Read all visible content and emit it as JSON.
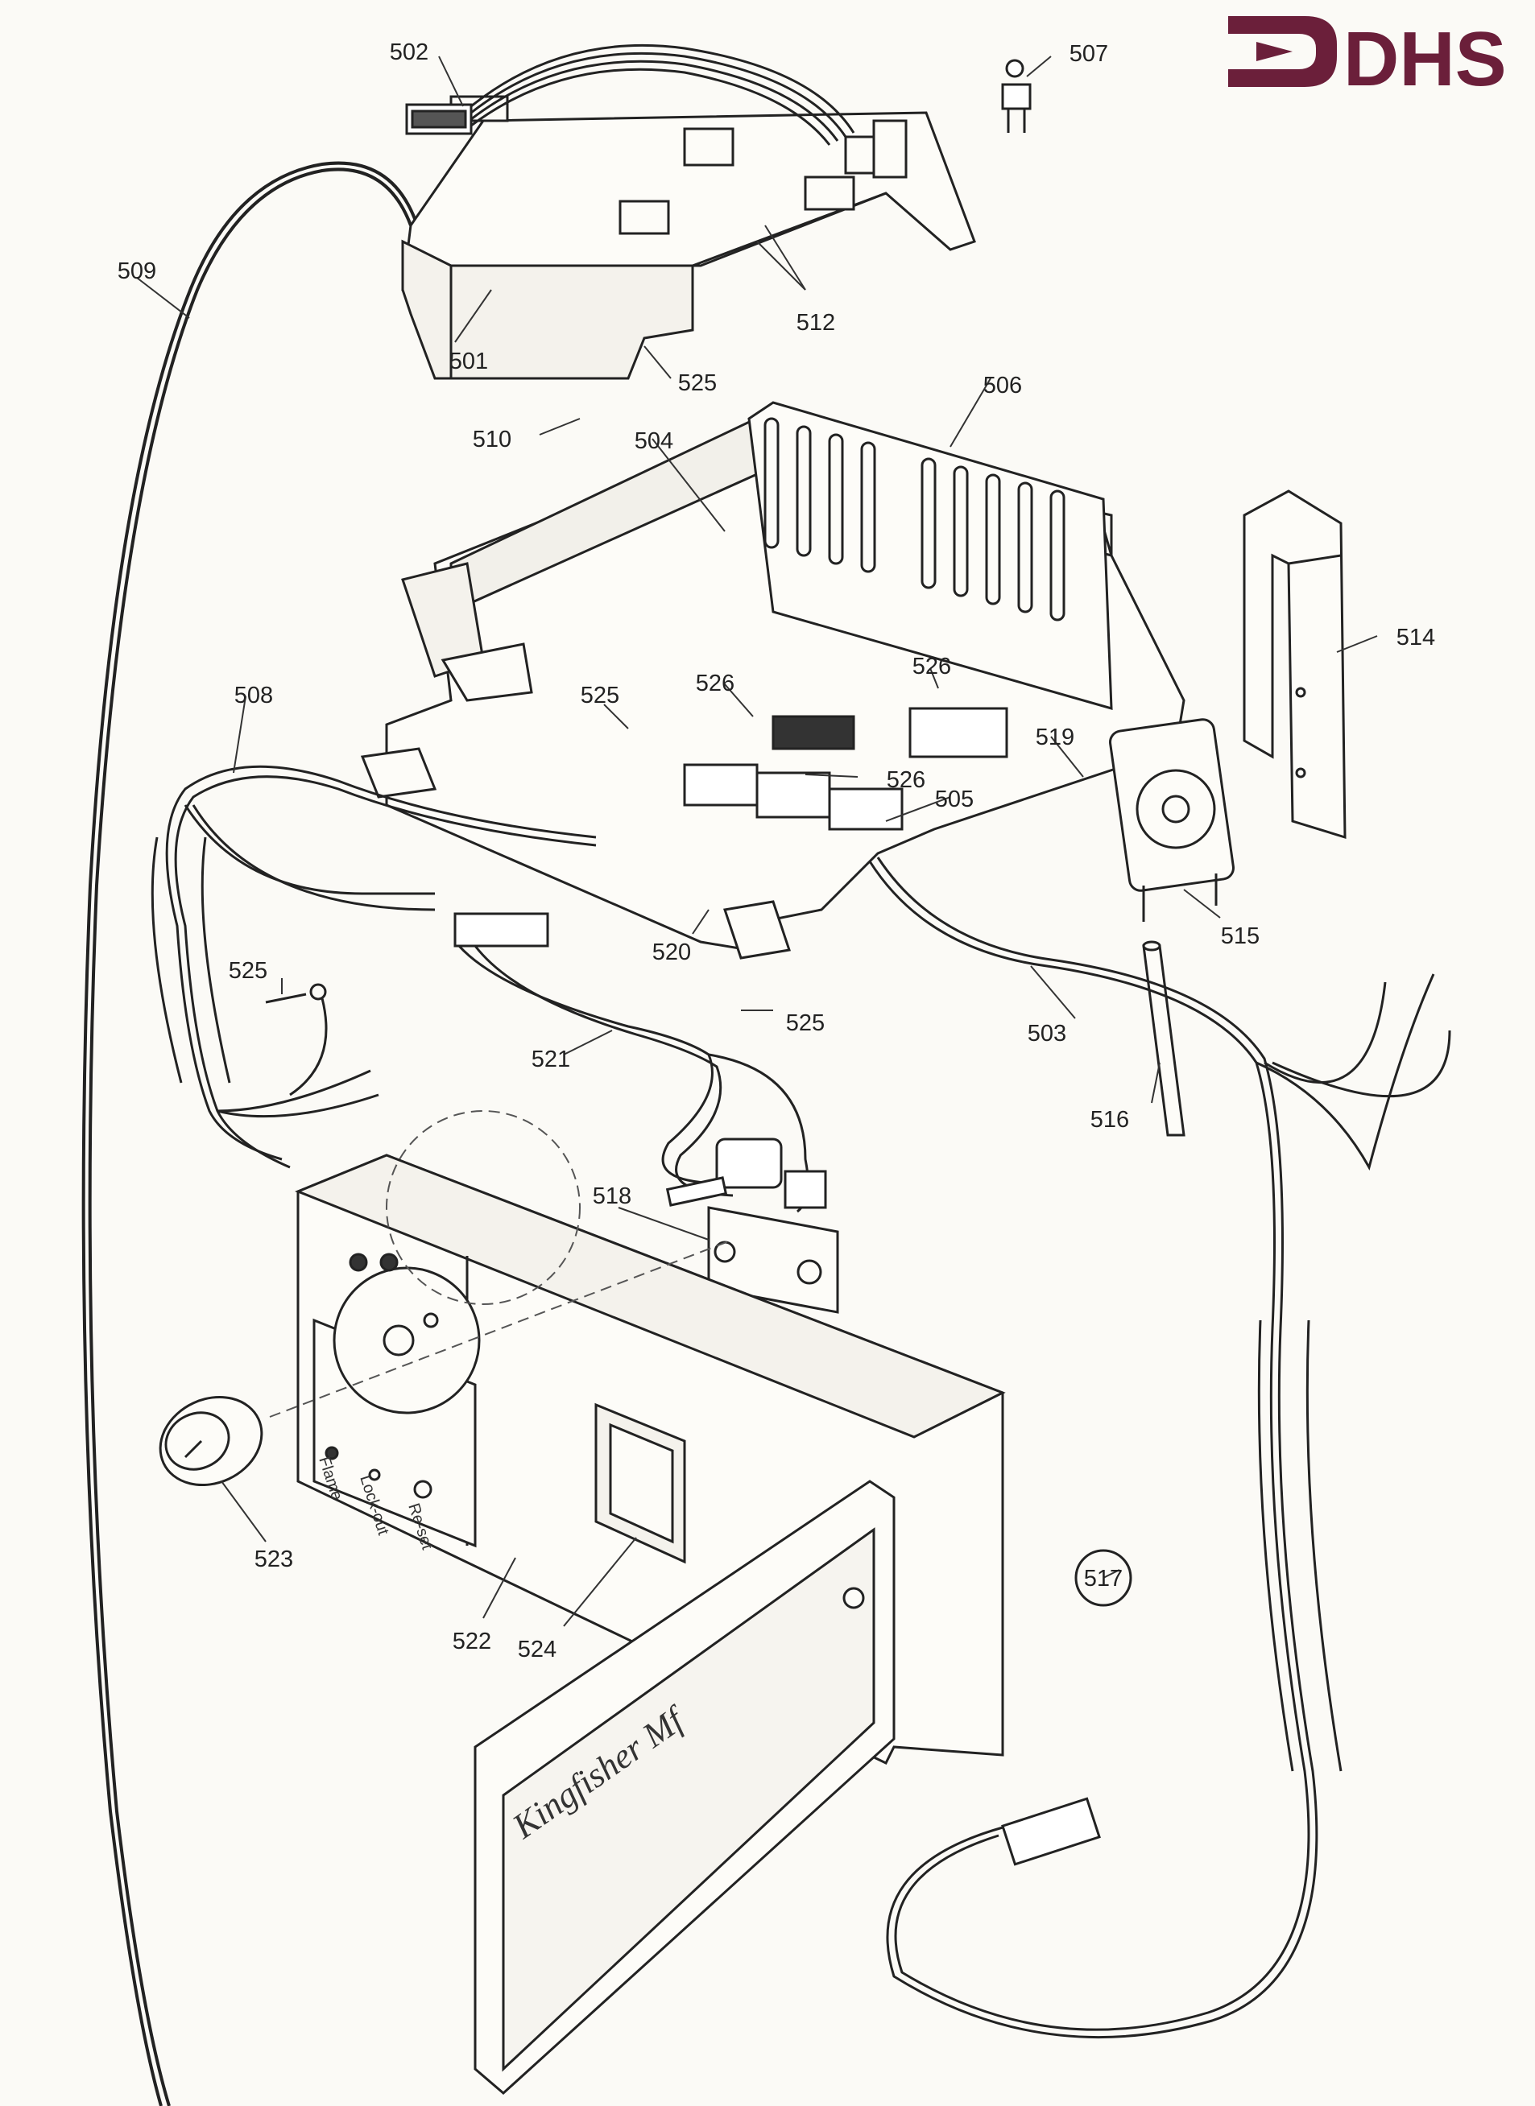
{
  "brand": {
    "name": "DHS",
    "color": "#6b1f3a"
  },
  "diagram": {
    "type": "exploded parts diagram",
    "panel_text": "Kingfisher Mf",
    "control_labels": [
      "Flame",
      "Lock-out",
      "Re-set"
    ],
    "part_labels": [
      {
        "id": "p502",
        "text": "502"
      },
      {
        "id": "p507",
        "text": "507"
      },
      {
        "id": "p509",
        "text": "509"
      },
      {
        "id": "p501",
        "text": "501"
      },
      {
        "id": "p512",
        "text": "512"
      },
      {
        "id": "p525a",
        "text": "525"
      },
      {
        "id": "p506",
        "text": "506"
      },
      {
        "id": "p510",
        "text": "510"
      },
      {
        "id": "p504",
        "text": "504"
      },
      {
        "id": "p514",
        "text": "514"
      },
      {
        "id": "p526a",
        "text": "526"
      },
      {
        "id": "p526b",
        "text": "526"
      },
      {
        "id": "p508",
        "text": "508"
      },
      {
        "id": "p525b",
        "text": "525"
      },
      {
        "id": "p519",
        "text": "519"
      },
      {
        "id": "p526c",
        "text": "526"
      },
      {
        "id": "p505",
        "text": "505"
      },
      {
        "id": "p520",
        "text": "520"
      },
      {
        "id": "p515",
        "text": "515"
      },
      {
        "id": "p525c",
        "text": "525"
      },
      {
        "id": "p525d",
        "text": "525"
      },
      {
        "id": "p503",
        "text": "503"
      },
      {
        "id": "p521",
        "text": "521"
      },
      {
        "id": "p516",
        "text": "516"
      },
      {
        "id": "p518",
        "text": "518"
      },
      {
        "id": "p523",
        "text": "523"
      },
      {
        "id": "p517",
        "text": "517"
      },
      {
        "id": "p522",
        "text": "522"
      },
      {
        "id": "p524",
        "text": "524"
      }
    ]
  }
}
